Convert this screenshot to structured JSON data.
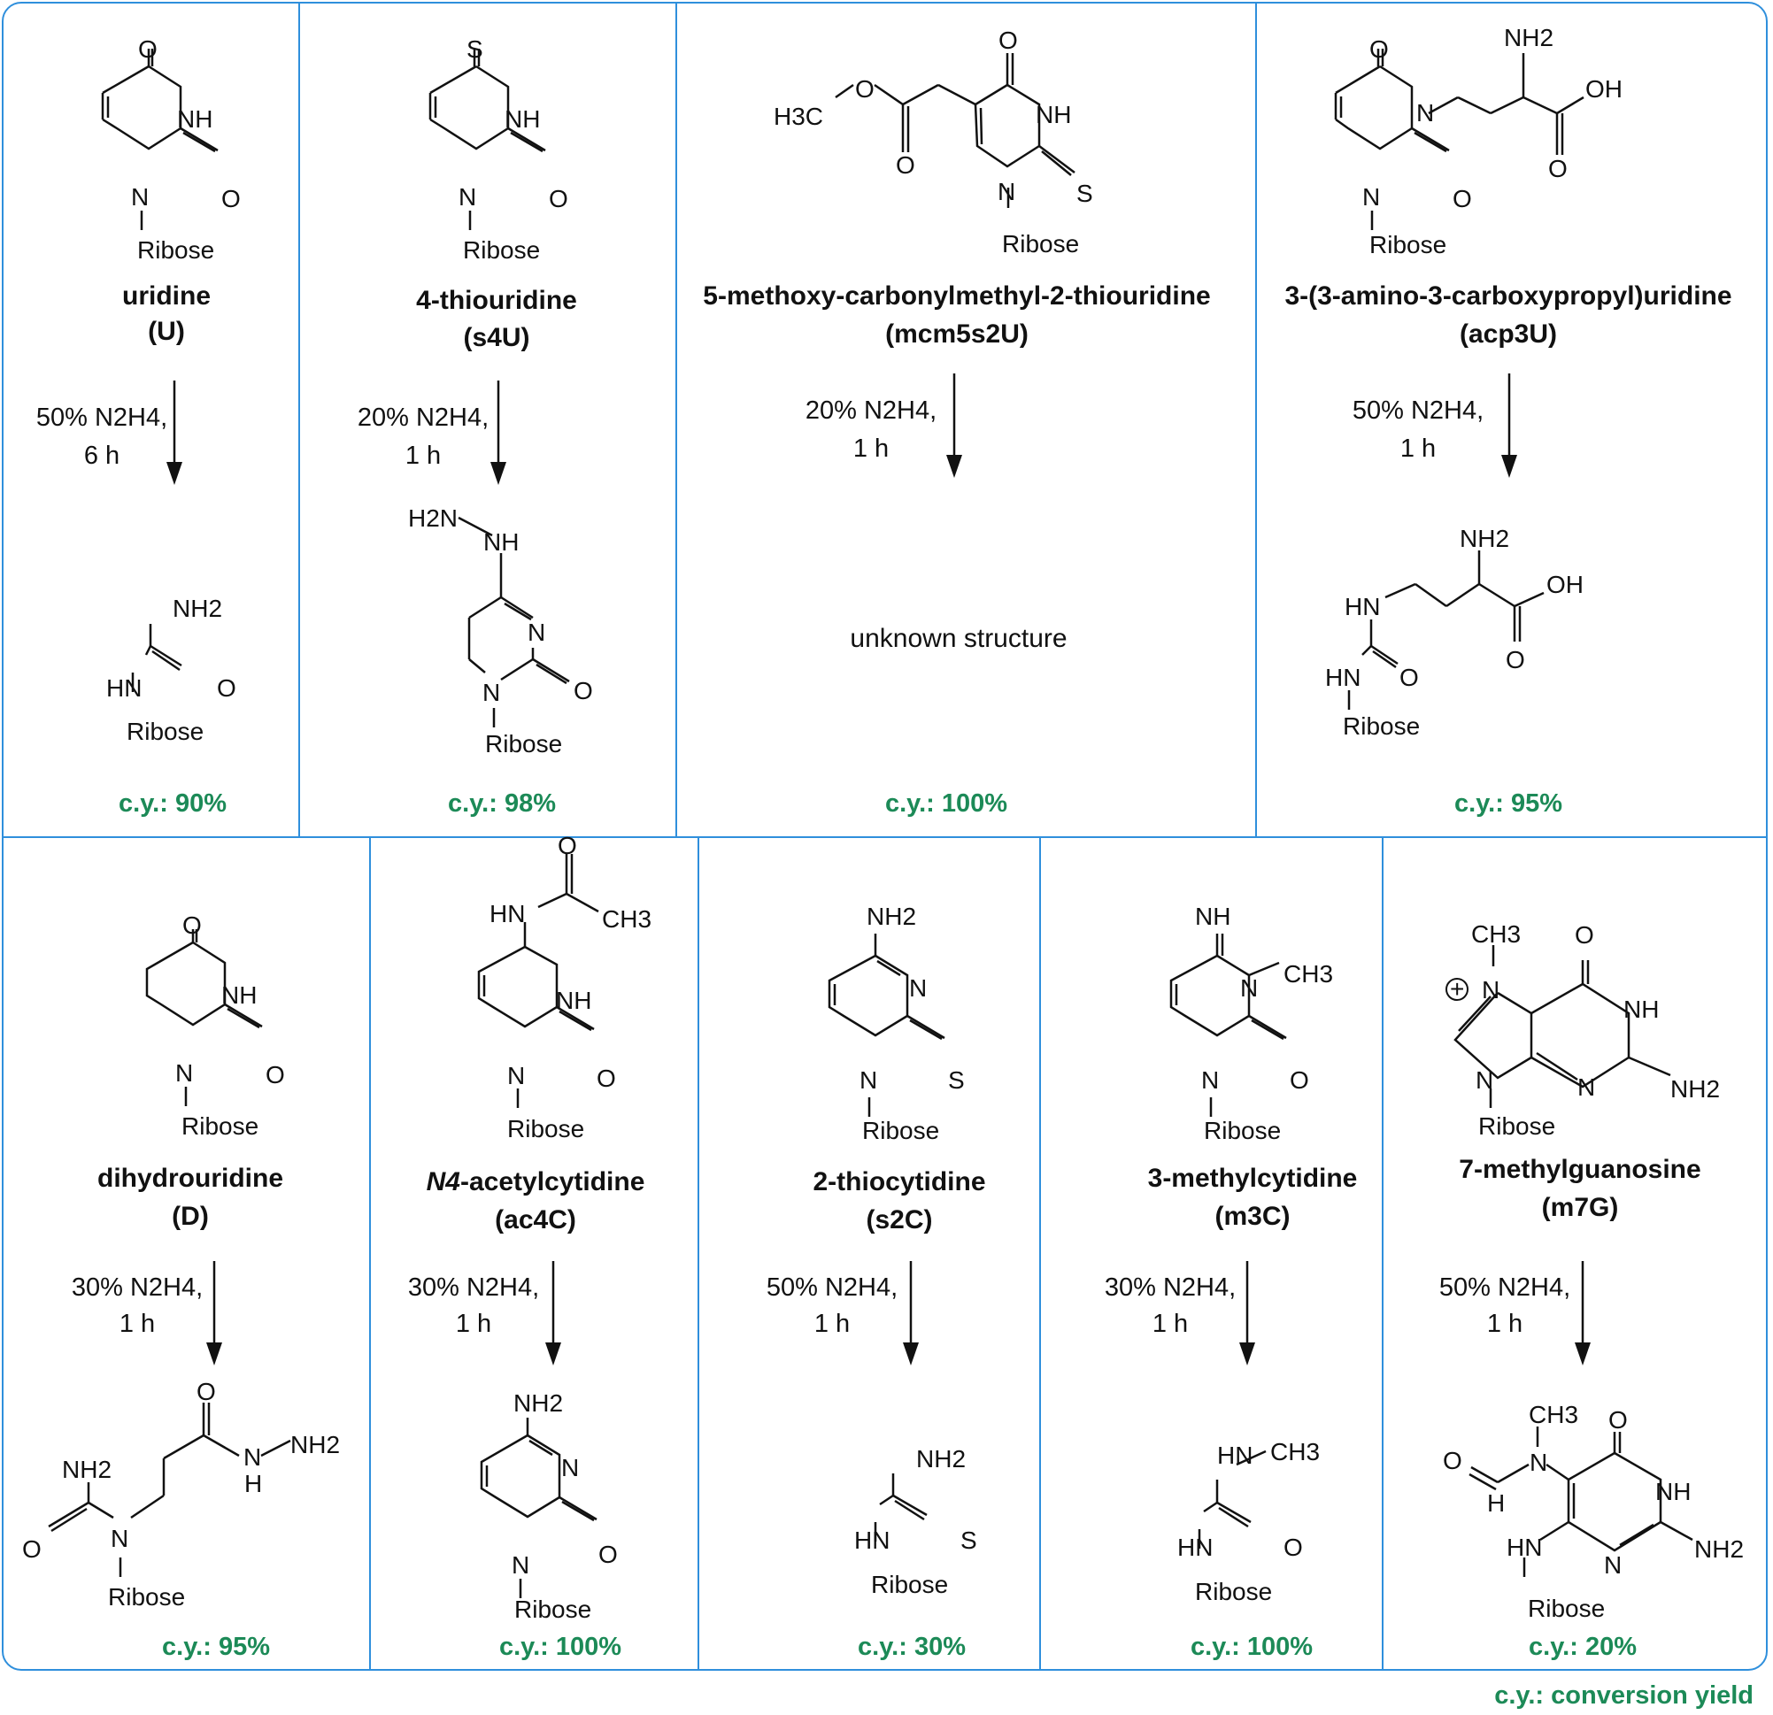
{
  "panels_top": [
    {
      "name": "uridine",
      "abbr": "(U)",
      "conditions": [
        "50% N2H4,",
        "6 h"
      ],
      "yield": "c.y.: 90%"
    },
    {
      "name": "4-thiouridine",
      "abbr": "(s4U)",
      "conditions": [
        "20% N2H4,",
        "1 h"
      ],
      "yield": "c.y.: 98%"
    },
    {
      "name": "5-methoxy-carbonylmethyl-2-thiouridine",
      "abbr": "(mcm5s2U)",
      "conditions": [
        "20% N2H4,",
        "1 h"
      ],
      "product_text": "unknown structure",
      "yield": "c.y.: 100%"
    },
    {
      "name": "3-(3-amino-3-carboxypropyl)uridine",
      "abbr": "(acp3U)",
      "conditions": [
        "50% N2H4,",
        "1 h"
      ],
      "yield": "c.y.: 95%"
    }
  ],
  "panels_bottom": [
    {
      "name": "dihydrouridine",
      "abbr": "(D)",
      "conditions": [
        "30% N2H4,",
        "1 h"
      ],
      "yield": "c.y.: 95%"
    },
    {
      "name_italic": "N4",
      "name": "-acetylcytidine",
      "abbr": "(ac4C)",
      "conditions": [
        "30% N2H4,",
        "1 h"
      ],
      "yield": "c.y.: 100%"
    },
    {
      "name": "2-thiocytidine",
      "abbr": "(s2C)",
      "conditions": [
        "50% N2H4,",
        "1 h"
      ],
      "yield": "c.y.: 30%"
    },
    {
      "name": "3-methylcytidine",
      "abbr": "(m3C)",
      "conditions": [
        "30% N2H4,",
        "1 h"
      ],
      "yield": "c.y.: 100%"
    },
    {
      "name": "7-methylguanosine",
      "abbr": "(m7G)",
      "conditions": [
        "50% N2H4,",
        "1 h"
      ],
      "yield": "c.y.: 20%"
    }
  ],
  "atoms": {
    "O": "O",
    "S": "S",
    "N": "N",
    "NH": "NH",
    "HN": "HN",
    "NH2": "NH2",
    "H2N": "H2N",
    "H3C": "H3C",
    "CH3": "CH3",
    "OH": "OH",
    "H": "H",
    "Ribose": "Ribose",
    "plus": "+"
  },
  "legend": "c.y.: conversion yield",
  "colors": {
    "border": "#2f8fdc",
    "yield": "#1c8a57"
  }
}
